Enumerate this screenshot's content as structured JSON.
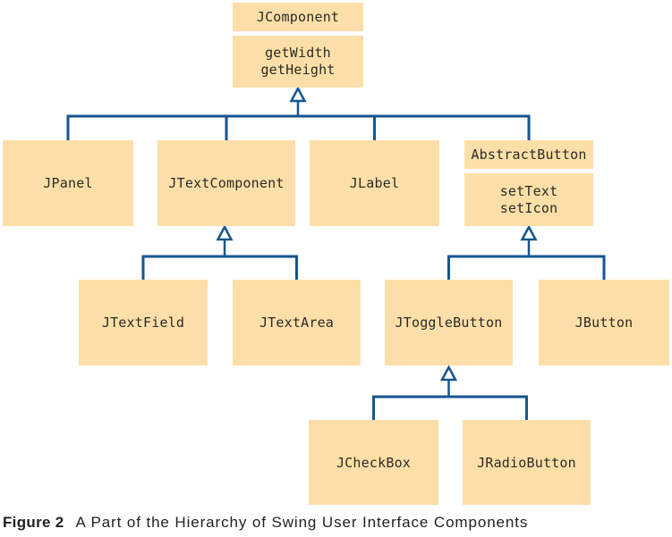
{
  "figure": {
    "caption_label": "Figure 2",
    "caption_text": "A Part of the Hierarchy of Swing User Interface Components"
  },
  "colors": {
    "box_fill": "#fcdfa8",
    "line": "#15568f",
    "text": "#2e2a26",
    "caption_text": "#231f20",
    "page_bg": "#ffffff"
  },
  "diagram": {
    "type": "class-inheritance-hierarchy",
    "nodes": [
      {
        "title": "JComponent",
        "methods": [
          "getWidth",
          "getHeight"
        ],
        "parent": null
      },
      {
        "title": "JPanel",
        "parent": "JComponent"
      },
      {
        "title": "JTextComponent",
        "parent": "JComponent"
      },
      {
        "title": "JLabel",
        "parent": "JComponent"
      },
      {
        "title": "AbstractButton",
        "methods": [
          "setText",
          "setIcon"
        ],
        "parent": "JComponent"
      },
      {
        "title": "JTextField",
        "parent": "JTextComponent"
      },
      {
        "title": "JTextArea",
        "parent": "JTextComponent"
      },
      {
        "title": "JToggleButton",
        "parent": "AbstractButton"
      },
      {
        "title": "JButton",
        "parent": "AbstractButton"
      },
      {
        "title": "JCheckBox",
        "parent": "JToggleButton"
      },
      {
        "title": "JRadioButton",
        "parent": "JToggleButton"
      }
    ]
  }
}
